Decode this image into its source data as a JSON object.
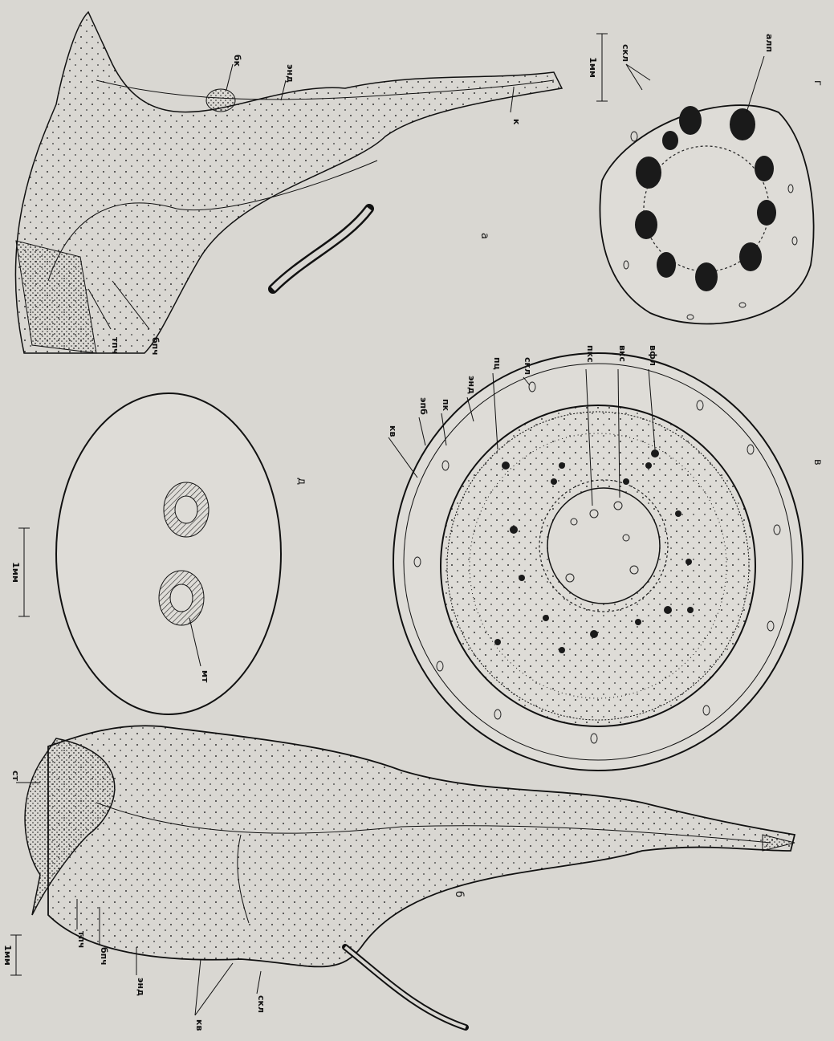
{
  "scale_bars": {
    "right": "1мм",
    "middle": "1мм",
    "bottom": "1мм"
  },
  "figure_a": {
    "caption": "а",
    "labels": {
      "bk": "бк",
      "end": "энд",
      "k": "к",
      "tpch": "тпч",
      "bpch": "бпч"
    }
  },
  "figure_g": {
    "caption": "г",
    "labels": {
      "skl": "скл",
      "alp": "алп"
    }
  },
  "figure_d": {
    "caption": "д",
    "labels": {
      "mt": "мт"
    }
  },
  "figure_v": {
    "caption": "в",
    "labels": {
      "kv": "кв",
      "epb": "эпб",
      "pk": "пк",
      "end": "энд",
      "pc": "пц",
      "skl": "скл",
      "pks": "пкс",
      "vks": "вкс",
      "vfl": "вфл"
    }
  },
  "figure_b": {
    "caption": "б",
    "labels": {
      "st": "ст",
      "tpch": "тпч",
      "bpch": "бпч",
      "end": "энд",
      "kv": "кв",
      "skl": "скл"
    }
  }
}
